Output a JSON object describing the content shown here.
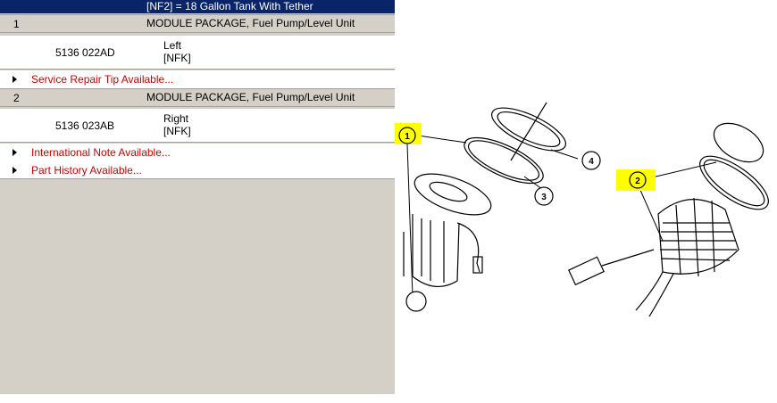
{
  "header": {
    "text": "[NF2] = 18 Gallon Tank With Tether"
  },
  "items": [
    {
      "number": "1",
      "description": "MODULE PACKAGE, Fuel Pump/Level Unit",
      "part_number": "5136 022AD",
      "side": "Left",
      "code": "[NFK]",
      "links": [
        "Service Repair Tip Available..."
      ]
    },
    {
      "number": "2",
      "description": "MODULE PACKAGE, Fuel Pump/Level Unit",
      "part_number": "5136 023AB",
      "side": "Right",
      "code": "[NFK]",
      "links": [
        "International Note Available...",
        "Part History Available..."
      ]
    }
  ],
  "diagram": {
    "callouts": [
      "1",
      "2",
      "3",
      "4"
    ],
    "highlight_color": "#ffff00",
    "link_color": "#cc0000",
    "header_color": "#0a246a"
  }
}
